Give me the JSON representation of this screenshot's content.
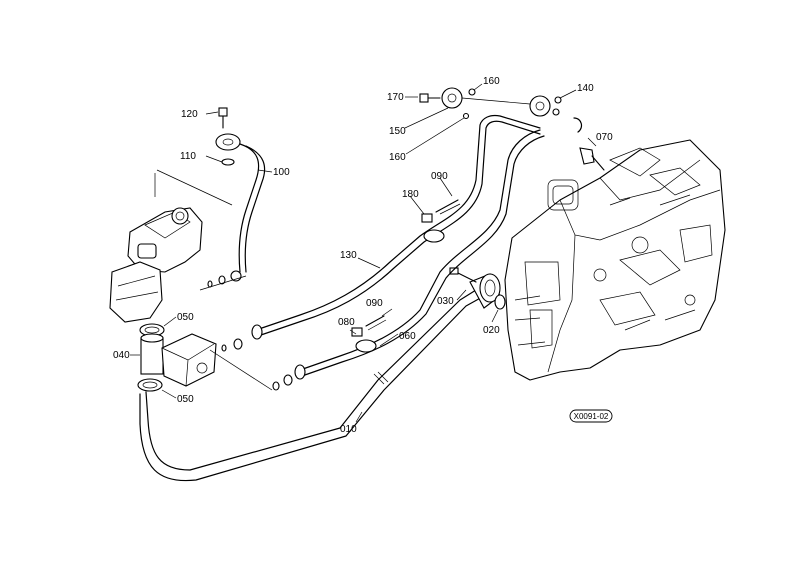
{
  "labels": {
    "p010": "010",
    "p020": "020",
    "p030": "030",
    "p040": "040",
    "p050_top": "050",
    "p050_bottom": "050",
    "p060": "060",
    "p070": "070",
    "p080": "080",
    "p090_upper": "090",
    "p090_lower": "090",
    "p100": "100",
    "p110": "110",
    "p120": "120",
    "p130": "130",
    "p140": "140",
    "p150": "150",
    "p160_top": "160",
    "p160_lower": "160",
    "p170": "170",
    "p180": "180"
  },
  "reference_code": "X0091-02"
}
